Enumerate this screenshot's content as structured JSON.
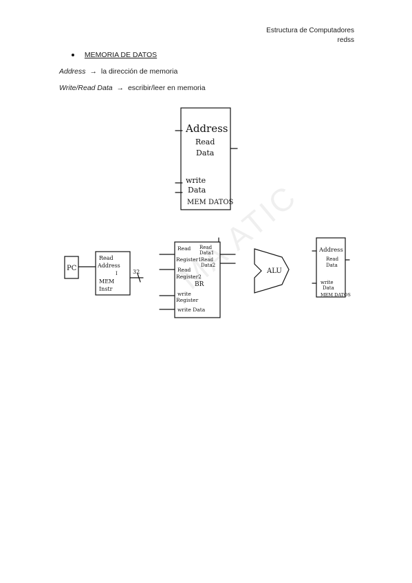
{
  "header": {
    "course": "Estructura de Computadores",
    "author": "redss"
  },
  "section_title": "MEMORIA DE DATOS",
  "definitions": [
    {
      "term": "Address",
      "arrow": "→",
      "meaning": "la dirección de memoria"
    },
    {
      "term": "Write/Read Data",
      "arrow": "→",
      "meaning": "escribir/leer en memoria"
    }
  ],
  "memory_block": {
    "address": "Address",
    "read_data_1": "Read",
    "read_data_2": "Data",
    "write_data_1": "write",
    "write_data_2": "Data",
    "name": "MEM DATOS"
  },
  "datapath": {
    "pc": "PC",
    "instr_mem": {
      "read": "Read",
      "address": "Address",
      "i": "I",
      "mem": "MEM",
      "instr": "Instr",
      "bits": "32"
    },
    "reg_bank": {
      "read_reg1_a": "Read",
      "read_reg1_b": "Register1",
      "read_reg2_a": "Read",
      "read_reg2_b": "Register2",
      "write_reg_a": "write",
      "write_reg_b": "Register",
      "write_data": "write Data",
      "read_data1_a": "Read",
      "read_data1_b": "Data1",
      "read_data2_a": "Read",
      "read_data2_b": "Data2",
      "name": "BR"
    },
    "alu": "ALU",
    "data_mem": {
      "address": "Address",
      "read_1": "Read",
      "read_2": "Data",
      "write_1": "write",
      "write_2": "Data",
      "name": "MEM DATOS"
    }
  },
  "watermark": "MA ATIC"
}
